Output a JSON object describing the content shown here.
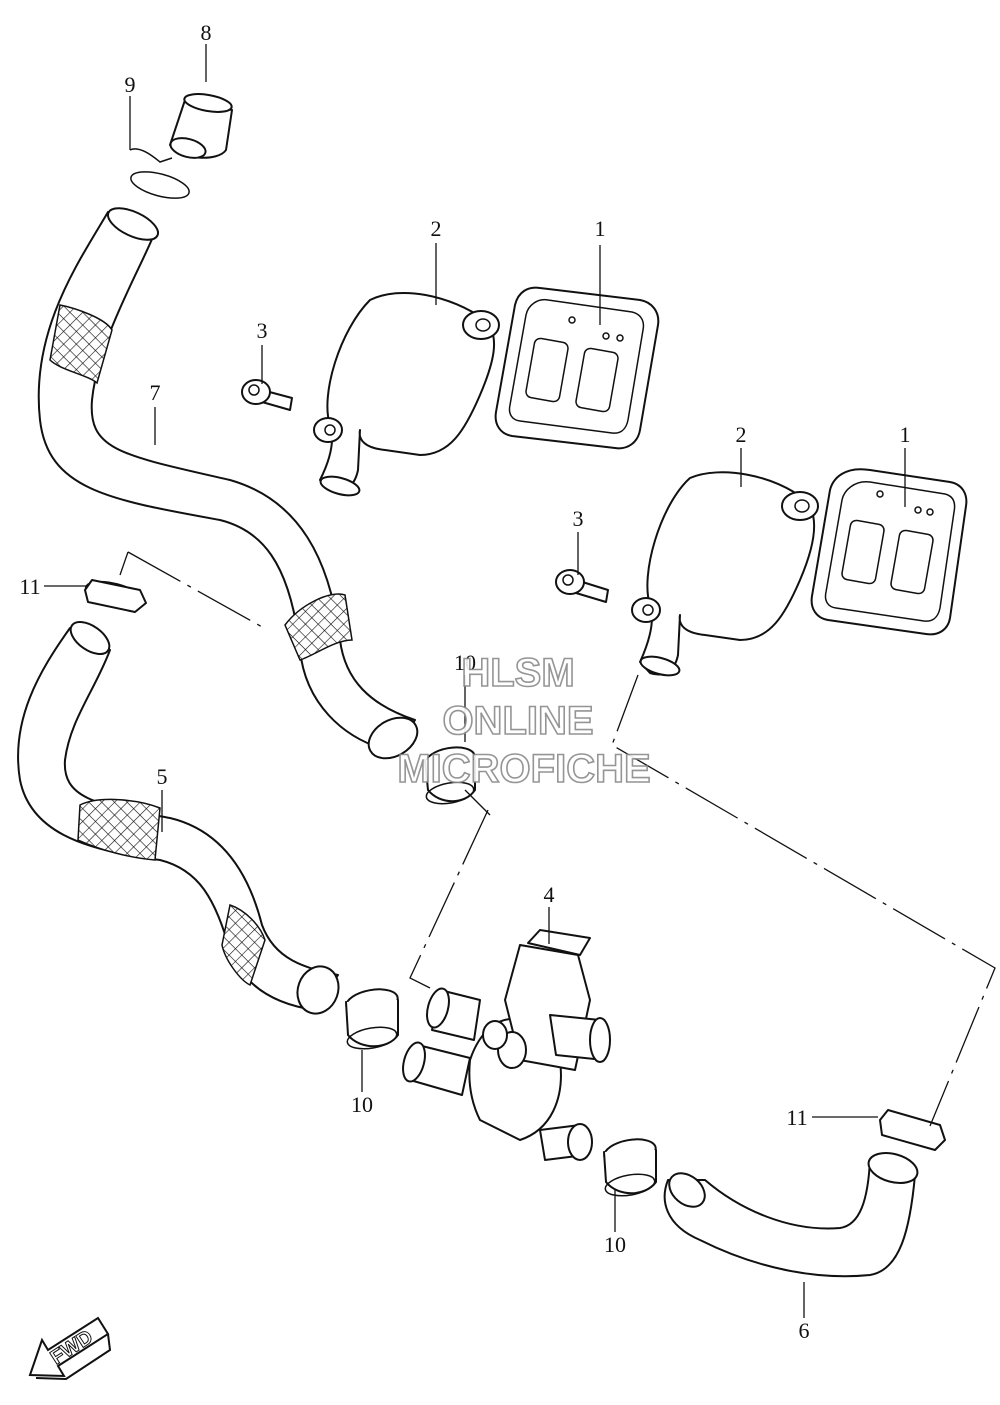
{
  "callouts": {
    "c1a": "1",
    "c1b": "1",
    "c2a": "2",
    "c2b": "2",
    "c3a": "3",
    "c3b": "3",
    "c4": "4",
    "c5": "5",
    "c6": "6",
    "c7": "7",
    "c8": "8",
    "c9": "9",
    "c10a": "10",
    "c10b": "10",
    "c10c": "10",
    "c11a": "11",
    "c11b": "11"
  },
  "watermark": {
    "line1": "HLSM",
    "line2": "ONLINE",
    "line3": "MICROFICHE"
  },
  "fwd_label": "FWD",
  "colors": {
    "line": "#111111",
    "watermark_outline": "#8a8a8a",
    "background": "#ffffff"
  }
}
